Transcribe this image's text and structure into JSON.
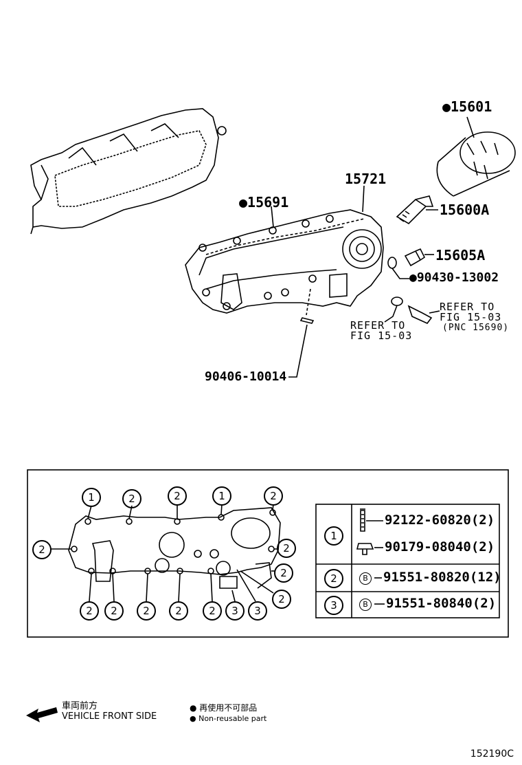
{
  "parts": {
    "p15601": "●15601",
    "p15721": "15721",
    "p15691": "●15691",
    "p15600A": "15600A",
    "p15605A": "15605A",
    "p90430": "●90430-13002",
    "refer_right_1": "REFER TO",
    "refer_right_2": "FIG 15-03",
    "refer_right_3": "(PNC 15690)",
    "refer_left_1": "REFER TO",
    "refer_left_2": "FIG 15-03",
    "p90406": "90406-10014"
  },
  "bolt_keys": {
    "one": "1",
    "two": "2",
    "three": "3"
  },
  "bolt_table": {
    "row1_part_a": "92122-60820(2)",
    "row1_part_b": "90179-08040(2)",
    "row2_part": "91551-80820(12)",
    "row3_part": "91551-80840(2)",
    "b_symbol": "B"
  },
  "legend": {
    "front_jp": "車両前方",
    "front_en": "VEHICLE FRONT SIDE",
    "nonreuse_jp": "● 再使用不可部品",
    "nonreuse_en": "● Non-reusable part"
  },
  "figure_code": "152190C"
}
